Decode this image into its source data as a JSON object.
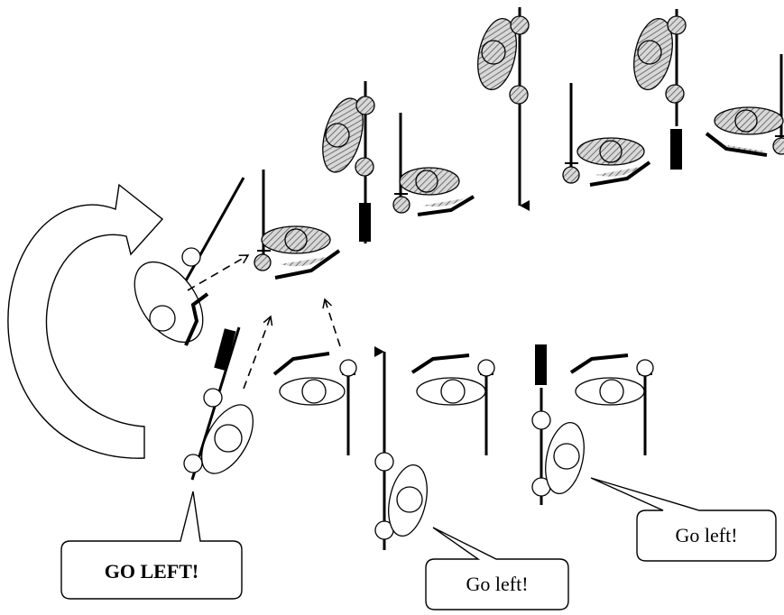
{
  "bubbles": {
    "shout": "GO LEFT!",
    "left_middle": "Go left!",
    "left_right": "Go left!"
  },
  "colors": {
    "stroke": "#000000",
    "hatch": "#888888",
    "background": "#ffffff"
  }
}
